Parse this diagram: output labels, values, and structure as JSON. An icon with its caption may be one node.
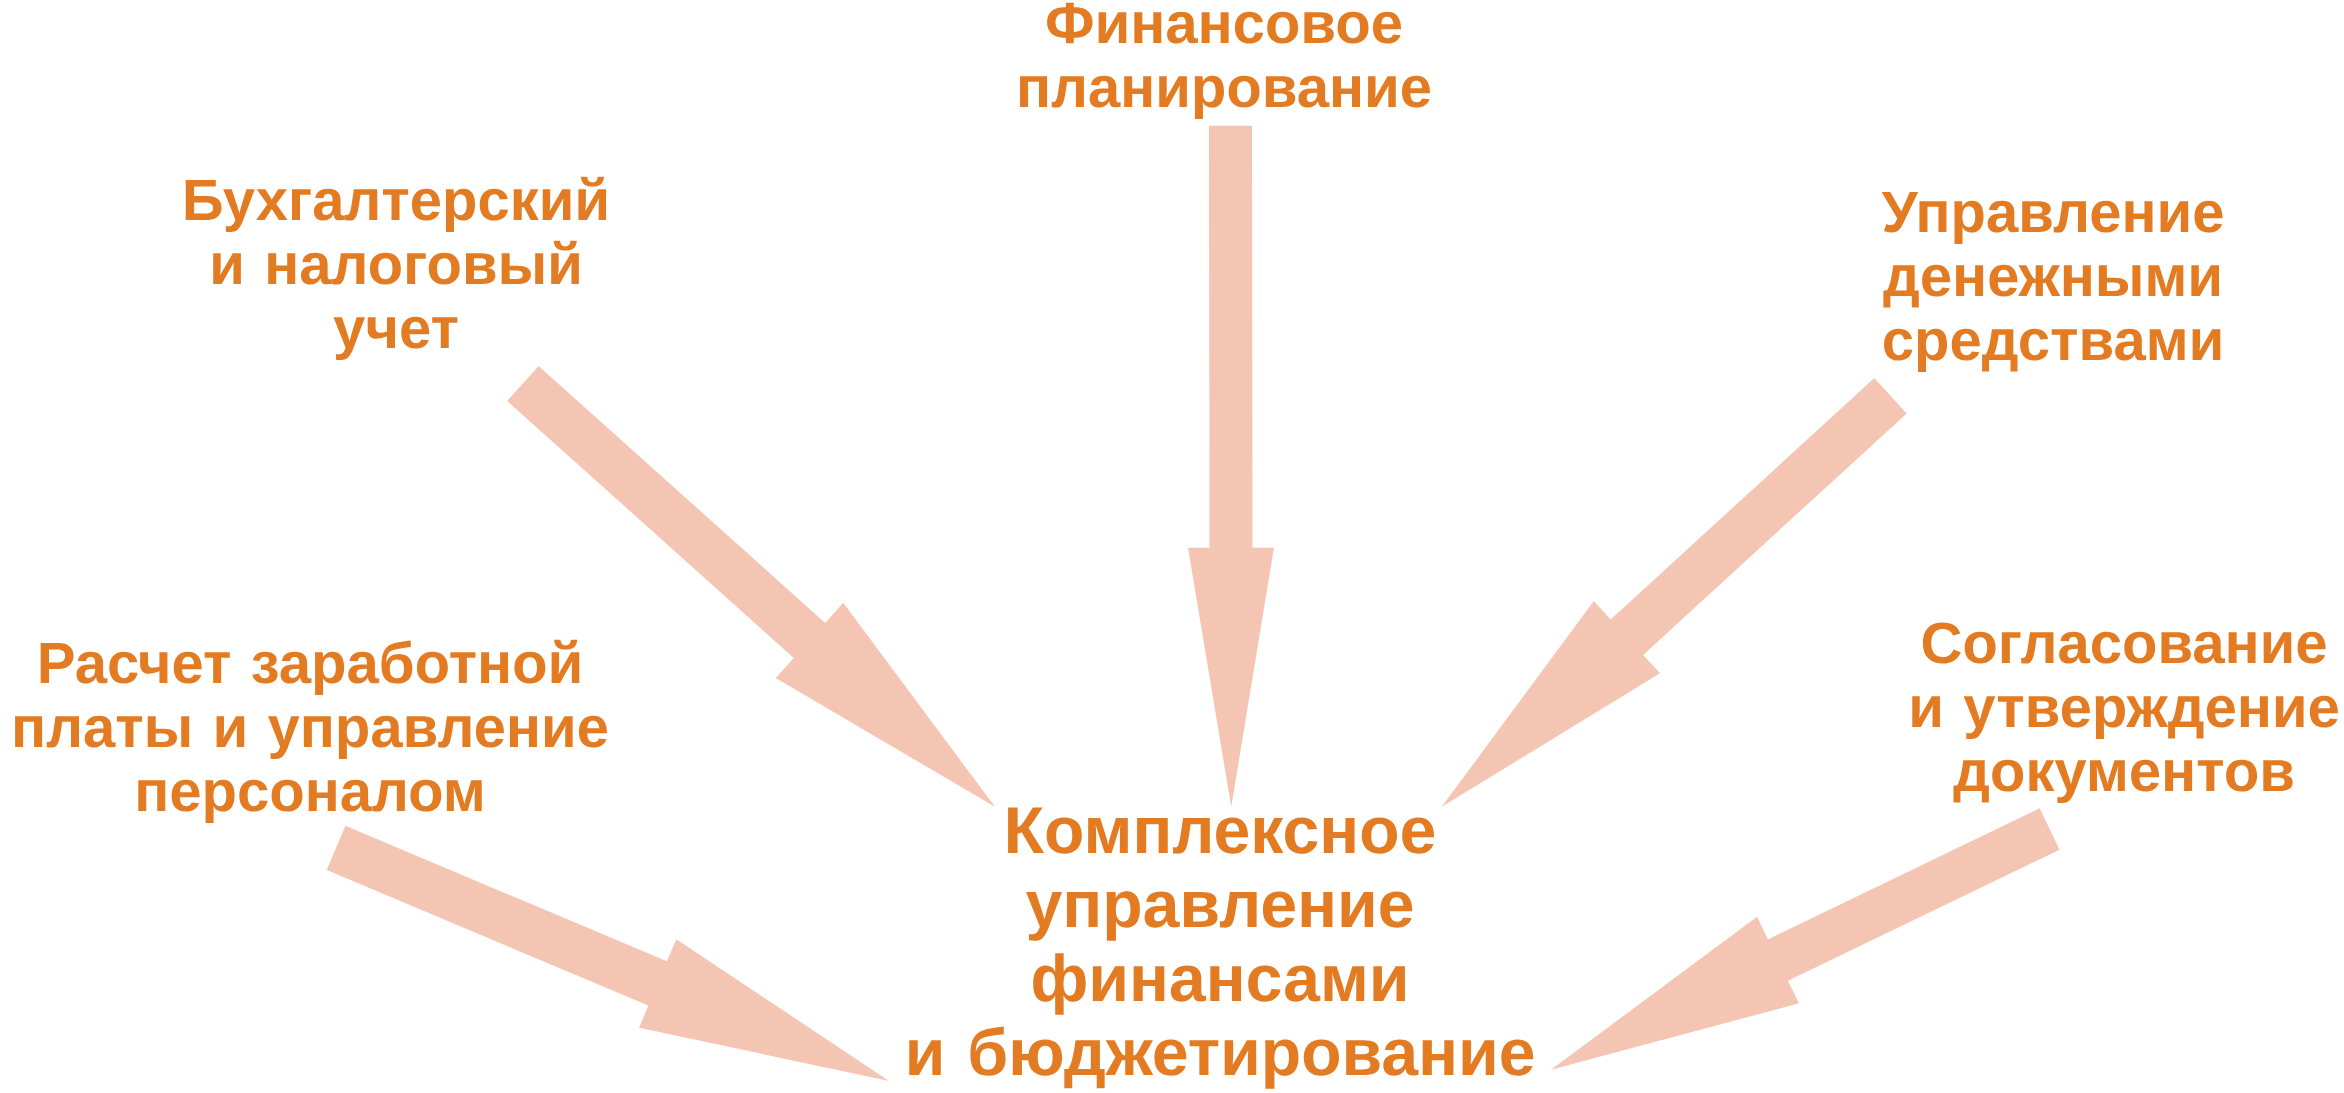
{
  "diagram": {
    "nodes": [
      {
        "text": [
          "Финансовое планирование"
        ]
      },
      {
        "text": [
          "Бухгалтерский и налоговый учет"
        ]
      },
      {
        "text": [
          "Управление денежными средствами"
        ]
      },
      {
        "text": [
          "Расчет заработной платы и управление персоналом"
        ]
      },
      {
        "text": [
          "Согласование и утверждение документов"
        ]
      },
      {
        "text": [
          "Комплексное управление финансами и бюджетирование"
        ]
      }
    ],
    "edges": [
      {
        "from": 0,
        "to": 5,
        "arrow": "to"
      },
      {
        "from": 1,
        "to": 5,
        "arrow": "to"
      },
      {
        "from": 2,
        "to": 5,
        "arrow": "to"
      },
      {
        "from": 3,
        "to": 5,
        "arrow": "to"
      },
      {
        "from": 4,
        "to": 5,
        "arrow": "to"
      }
    ]
  }
}
